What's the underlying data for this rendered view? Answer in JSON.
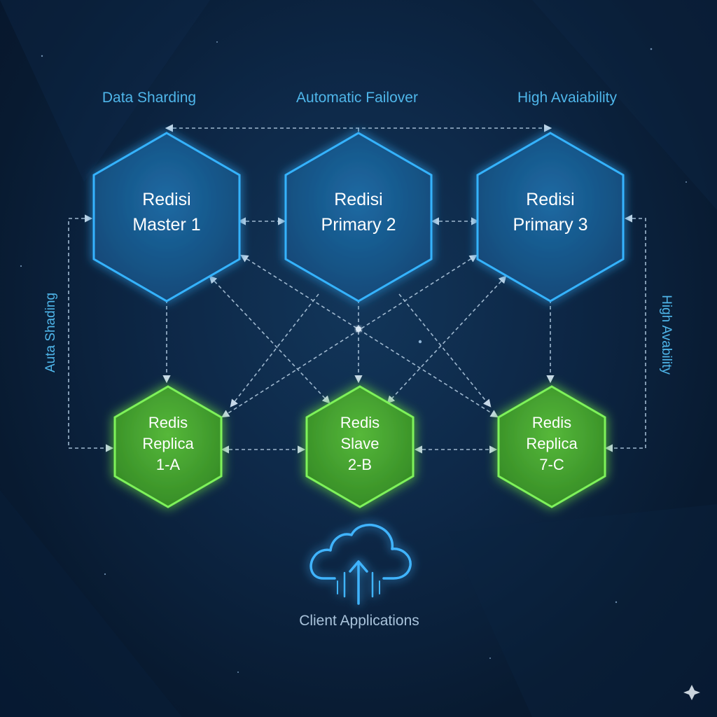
{
  "top_labels": [
    "Data Sharding",
    "Automatic Failover",
    "High Avaiability"
  ],
  "side_labels": {
    "left": "Auta Shading",
    "right": "High Avability"
  },
  "nodes": {
    "masters": [
      {
        "lines": [
          "Redisi",
          "Master 1"
        ]
      },
      {
        "lines": [
          "Redisi",
          "Primary 2"
        ]
      },
      {
        "lines": [
          "Redisi",
          "Primary 3"
        ]
      }
    ],
    "replicas": [
      {
        "lines": [
          "Redis",
          "Replica",
          "1-A"
        ]
      },
      {
        "lines": [
          "Redis",
          "Slave",
          "2-B"
        ]
      },
      {
        "lines": [
          "Redis",
          "Replica",
          "7-C"
        ]
      }
    ]
  },
  "client": {
    "label": "Client Applications",
    "icon": "cloud-upload-icon"
  },
  "corner_icon": "sparkle-icon",
  "colors": {
    "background": "#0b1a2e",
    "master_fill": "#15507f",
    "master_stroke": "#35b3ff",
    "replica_fill": "#3f9a2a",
    "replica_stroke": "#7ef25a",
    "label_blue": "#4fb6ea",
    "line": "#9fb8cf",
    "node_text": "#ffffff",
    "client_text": "#a9c3db"
  }
}
